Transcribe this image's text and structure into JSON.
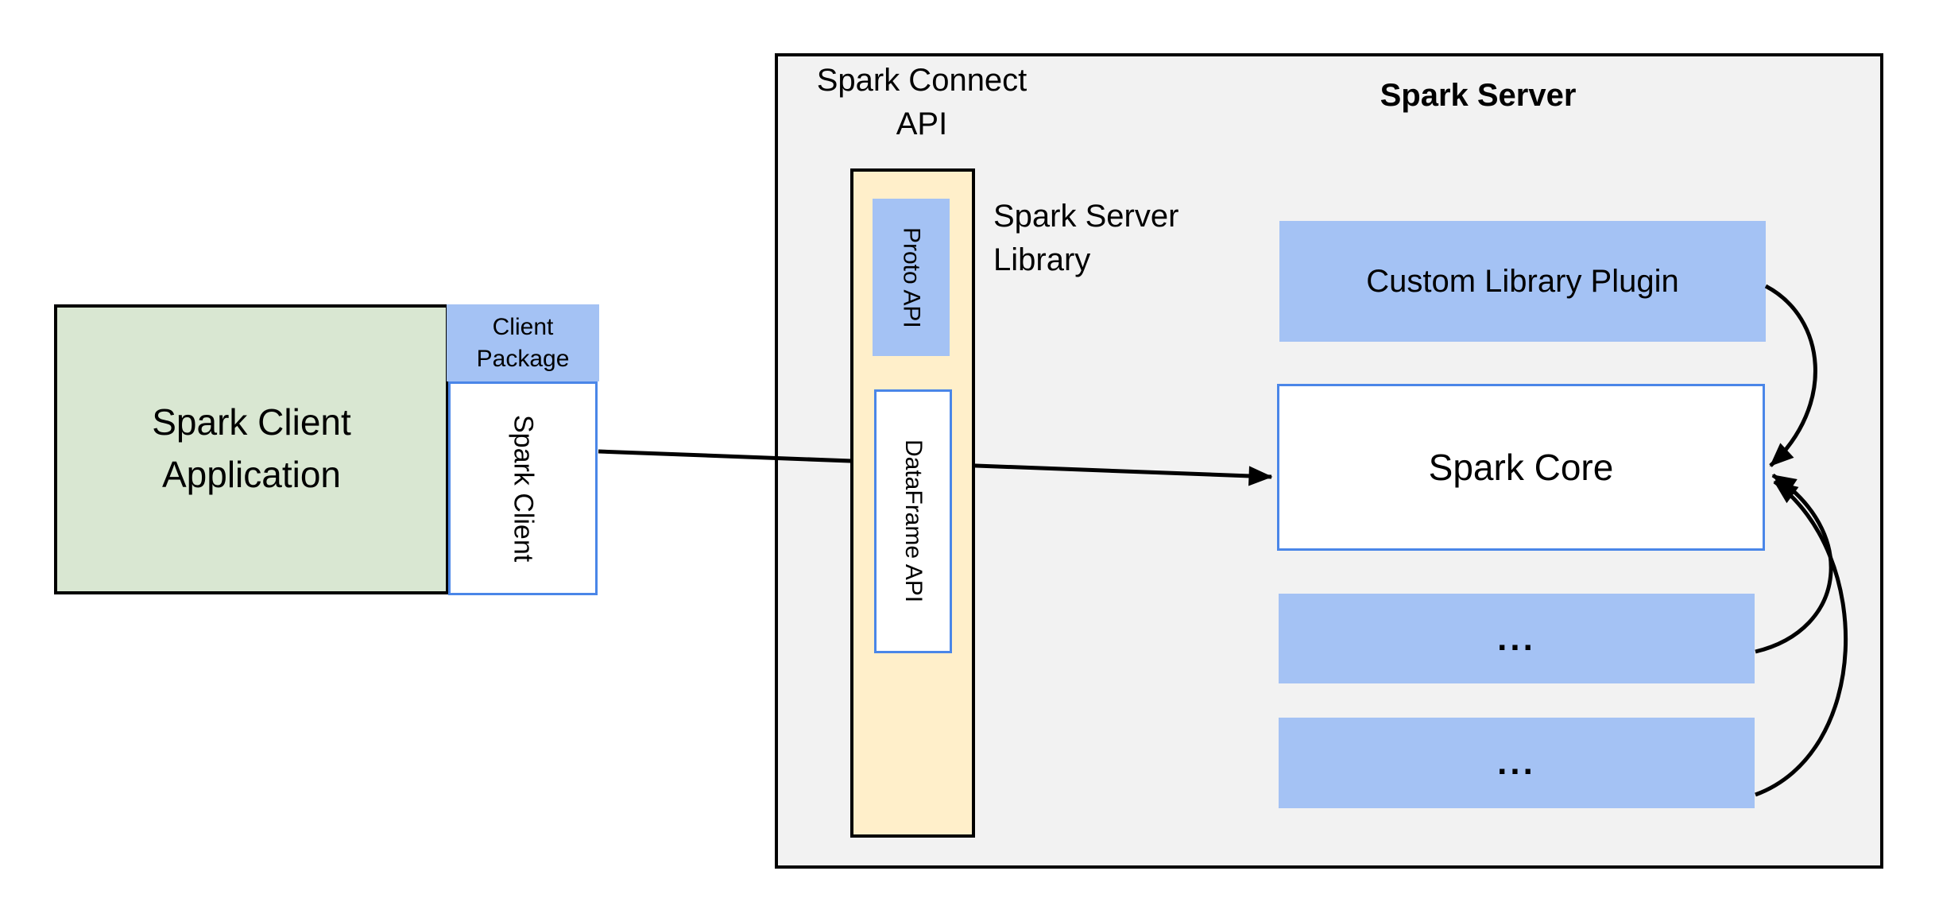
{
  "colors": {
    "box-blue": "#a4c2f4",
    "border-blue": "#4a86e8",
    "box-green": "#d9e7d2",
    "box-yellow": "#ffefca",
    "panel-gray": "#f2f2f2",
    "line-black": "#000000"
  },
  "client_group": {
    "app_box": {
      "line1": "Spark Client",
      "line2": "Application"
    },
    "package_box": {
      "line1": "Client",
      "line2": "Package"
    },
    "client_box": {
      "label": "Spark Client"
    }
  },
  "connect_api": {
    "title": {
      "line1": "Spark Connect",
      "line2": "API"
    },
    "proto_box": {
      "label": "Proto API"
    },
    "dataframe_box": {
      "label": "DataFrame API"
    },
    "server_library_label": {
      "line1": "Spark Server",
      "line2": "Library"
    }
  },
  "spark_server": {
    "title": "Spark Server",
    "plugin_box": {
      "label": "Custom Library Plugin"
    },
    "core_box": {
      "label": "Spark Core"
    },
    "ellipsis_box_1": {
      "label": "..."
    },
    "ellipsis_box_2": {
      "label": "..."
    }
  }
}
